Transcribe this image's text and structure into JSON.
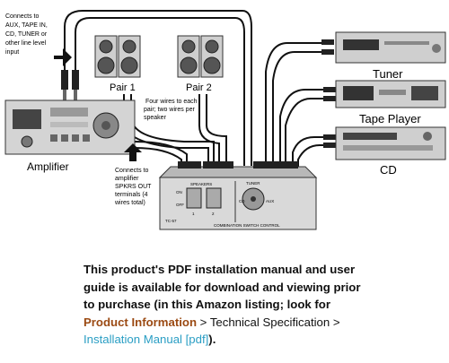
{
  "diagram": {
    "source_note": [
      "Connects to",
      "AUX, TAPE IN,",
      "CD, TUNER or",
      "other line level",
      "input"
    ],
    "amp_note": [
      "Connects to",
      "amplifier",
      "SPKRS OUT",
      "terminals (4",
      "wires total)"
    ],
    "wires_note": [
      "Four wires to each",
      "pair; two wires per",
      "speaker"
    ],
    "labels": {
      "pair1": "Pair 1",
      "pair2": "Pair 2",
      "amplifier": "Amplifier",
      "tuner": "Tuner",
      "tape_player": "Tape Player",
      "cd": "CD"
    },
    "switch_panel": {
      "speakers_label": "SPEAKERS",
      "on": "ON",
      "off": "OFF",
      "btn1": "1",
      "btn2": "2",
      "model": "TC-57",
      "input_label": "TUNER",
      "cd": "CD",
      "aux": "AUX",
      "footer": "COMBINATION SWITCH CONTROL"
    }
  },
  "caption": {
    "line1": "This product's PDF installation manual and user",
    "line2": "guide is available for download and viewing prior",
    "line3": "to purchase (in this Amazon listing; look for",
    "product_info": "Product Information",
    "sep1": " > ",
    "tech_spec": "Technical Specification",
    "sep2": " >",
    "install_manual": "Installation Manual [pdf]",
    "tail": ")."
  },
  "colors": {
    "accent_brown": "#9b4a13",
    "link_blue": "#2a9ec4",
    "device_gray": "#d4d4d4"
  }
}
